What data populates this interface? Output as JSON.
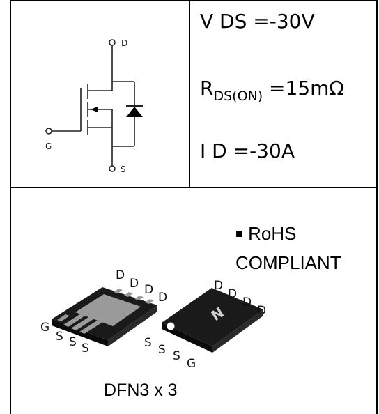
{
  "specs": {
    "vds": "V DS =-30V",
    "rds_main": "R",
    "rds_sub": "DS(ON)",
    "rds_value": " =15mΩ",
    "id": "I D =-30A"
  },
  "schematic": {
    "terminal_d": "D",
    "terminal_g": "G",
    "terminal_s": "S"
  },
  "package": {
    "rohs_marker": "■",
    "rohs_line1": "RoHS",
    "rohs_line2": "COMPLIANT",
    "name": "DFN3 x 3",
    "bottom_view_pins_top": [
      "D",
      "D",
      "D",
      "D"
    ],
    "bottom_view_pins_left": [
      "G",
      "S",
      "S",
      "S"
    ],
    "top_view_pins_top": [
      "D",
      "D",
      "D",
      "D"
    ],
    "top_view_pins_bottom": [
      "S",
      "S",
      "S",
      "G"
    ],
    "marking": "N"
  },
  "colors": {
    "border": "#000000",
    "package_body": "#1a1a1a",
    "pad": "#9a9a9a"
  }
}
